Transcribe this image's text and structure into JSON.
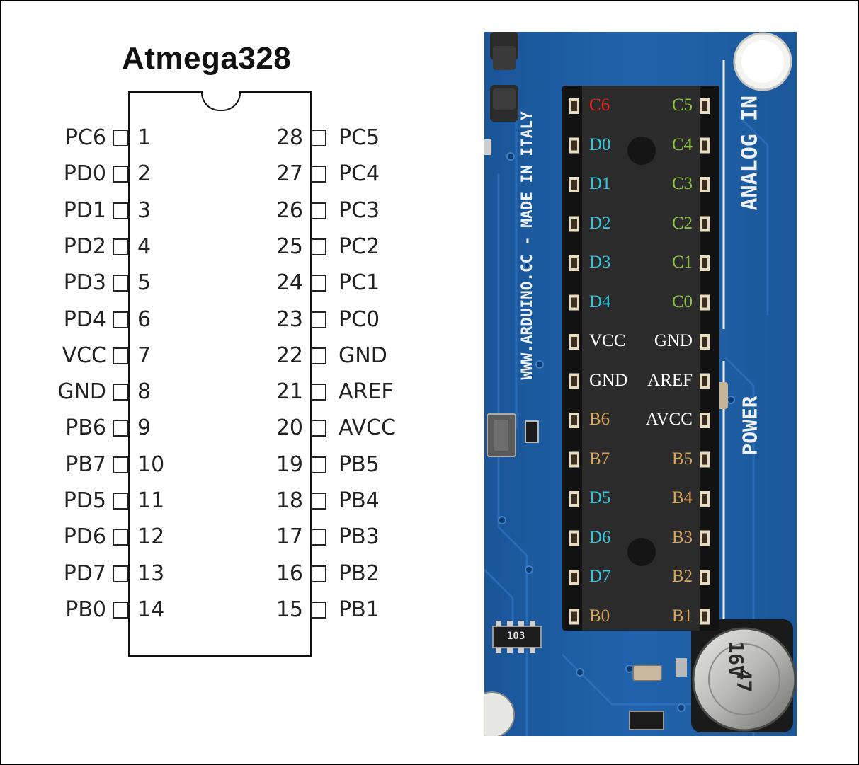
{
  "diagram": {
    "title": "Atmega328",
    "left_pins": [
      {
        "num": "1",
        "name": "PC6"
      },
      {
        "num": "2",
        "name": "PD0"
      },
      {
        "num": "3",
        "name": "PD1"
      },
      {
        "num": "4",
        "name": "PD2"
      },
      {
        "num": "5",
        "name": "PD3"
      },
      {
        "num": "6",
        "name": "PD4"
      },
      {
        "num": "7",
        "name": "VCC"
      },
      {
        "num": "8",
        "name": "GND"
      },
      {
        "num": "9",
        "name": "PB6"
      },
      {
        "num": "10",
        "name": "PB7"
      },
      {
        "num": "11",
        "name": "PD5"
      },
      {
        "num": "12",
        "name": "PD6"
      },
      {
        "num": "13",
        "name": "PD7"
      },
      {
        "num": "14",
        "name": "PB0"
      }
    ],
    "right_pins": [
      {
        "num": "28",
        "name": "PC5"
      },
      {
        "num": "27",
        "name": "PC4"
      },
      {
        "num": "26",
        "name": "PC3"
      },
      {
        "num": "25",
        "name": "PC2"
      },
      {
        "num": "24",
        "name": "PC1"
      },
      {
        "num": "23",
        "name": "PC0"
      },
      {
        "num": "22",
        "name": "GND"
      },
      {
        "num": "21",
        "name": "AREF"
      },
      {
        "num": "20",
        "name": "AVCC"
      },
      {
        "num": "19",
        "name": "PB5"
      },
      {
        "num": "18",
        "name": "PB4"
      },
      {
        "num": "17",
        "name": "PB3"
      },
      {
        "num": "16",
        "name": "PB2"
      },
      {
        "num": "15",
        "name": "PB1"
      }
    ]
  },
  "photo": {
    "left_labels": [
      {
        "text": "C6",
        "color": "#e8231f"
      },
      {
        "text": "D0",
        "color": "#33c7e0"
      },
      {
        "text": "D1",
        "color": "#33c7e0"
      },
      {
        "text": "D2",
        "color": "#33c7e0"
      },
      {
        "text": "D3",
        "color": "#33c7e0"
      },
      {
        "text": "D4",
        "color": "#33c7e0"
      },
      {
        "text": "VCC",
        "color": "#ffffff"
      },
      {
        "text": "GND",
        "color": "#ffffff"
      },
      {
        "text": "B6",
        "color": "#d9a55a"
      },
      {
        "text": "B7",
        "color": "#d9a55a"
      },
      {
        "text": "D5",
        "color": "#33c7e0"
      },
      {
        "text": "D6",
        "color": "#33c7e0"
      },
      {
        "text": "D7",
        "color": "#33c7e0"
      },
      {
        "text": "B0",
        "color": "#d9a55a"
      }
    ],
    "right_labels": [
      {
        "text": "C5",
        "color": "#8cc63f"
      },
      {
        "text": "C4",
        "color": "#8cc63f"
      },
      {
        "text": "C3",
        "color": "#8cc63f"
      },
      {
        "text": "C2",
        "color": "#8cc63f"
      },
      {
        "text": "C1",
        "color": "#8cc63f"
      },
      {
        "text": "C0",
        "color": "#8cc63f"
      },
      {
        "text": "GND",
        "color": "#ffffff"
      },
      {
        "text": "AREF",
        "color": "#ffffff"
      },
      {
        "text": "AVCC",
        "color": "#ffffff"
      },
      {
        "text": "B5",
        "color": "#d9a55a"
      },
      {
        "text": "B4",
        "color": "#d9a55a"
      },
      {
        "text": "B3",
        "color": "#d9a55a"
      },
      {
        "text": "B2",
        "color": "#d9a55a"
      },
      {
        "text": "B1",
        "color": "#d9a55a"
      }
    ],
    "silkscreen": {
      "vertical_text": "WWW.ARDUINO.CC - MADE IN ITALY",
      "analog_in": "ANALOG IN",
      "power": "POWER",
      "resistor_code": "103",
      "capacitor_value": "47",
      "capacitor_voltage": "16V"
    }
  }
}
